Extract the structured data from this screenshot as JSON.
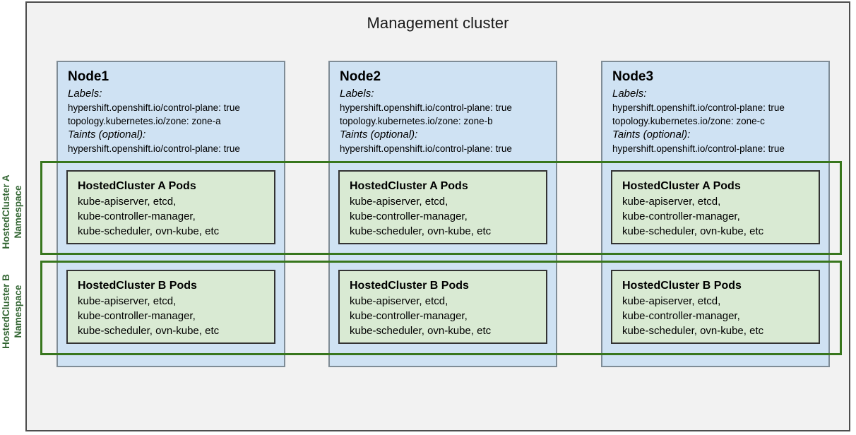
{
  "diagram": {
    "title": "Management cluster",
    "accent_green": "#38761d",
    "label_green": "#336633",
    "node_fill": "#cfe2f3",
    "pods_fill": "#d9ead3",
    "cluster_fill": "#f2f2f2"
  },
  "namespaces": [
    {
      "id": "a",
      "line1": "HostedCluster A",
      "line2": "Namespace"
    },
    {
      "id": "b",
      "line1": "HostedCluster B",
      "line2": "Namespace"
    }
  ],
  "nodes": [
    {
      "name": "Node1",
      "labels_heading": "Labels:",
      "labels": [
        "hypershift.openshift.io/control-plane: true",
        "topology.kubernetes.io/zone: zone-a"
      ],
      "taints_heading": "Taints (optional):",
      "taints": [
        "hypershift.openshift.io/control-plane: true"
      ]
    },
    {
      "name": "Node2",
      "labels_heading": "Labels:",
      "labels": [
        "hypershift.openshift.io/control-plane: true",
        "topology.kubernetes.io/zone: zone-b"
      ],
      "taints_heading": "Taints (optional):",
      "taints": [
        "hypershift.openshift.io/control-plane: true"
      ]
    },
    {
      "name": "Node3",
      "labels_heading": "Labels:",
      "labels": [
        "hypershift.openshift.io/control-plane: true",
        "topology.kubernetes.io/zone: zone-c"
      ],
      "taints_heading": "Taints (optional):",
      "taints": [
        "hypershift.openshift.io/control-plane: true"
      ]
    }
  ],
  "pods": {
    "a": {
      "title": "HostedCluster A Pods",
      "lines": [
        "kube-apiserver, etcd,",
        "kube-controller-manager,",
        "kube-scheduler, ovn-kube, etc"
      ]
    },
    "b": {
      "title": "HostedCluster B Pods",
      "lines": [
        "kube-apiserver, etcd,",
        "kube-controller-manager,",
        "kube-scheduler, ovn-kube, etc"
      ]
    }
  }
}
